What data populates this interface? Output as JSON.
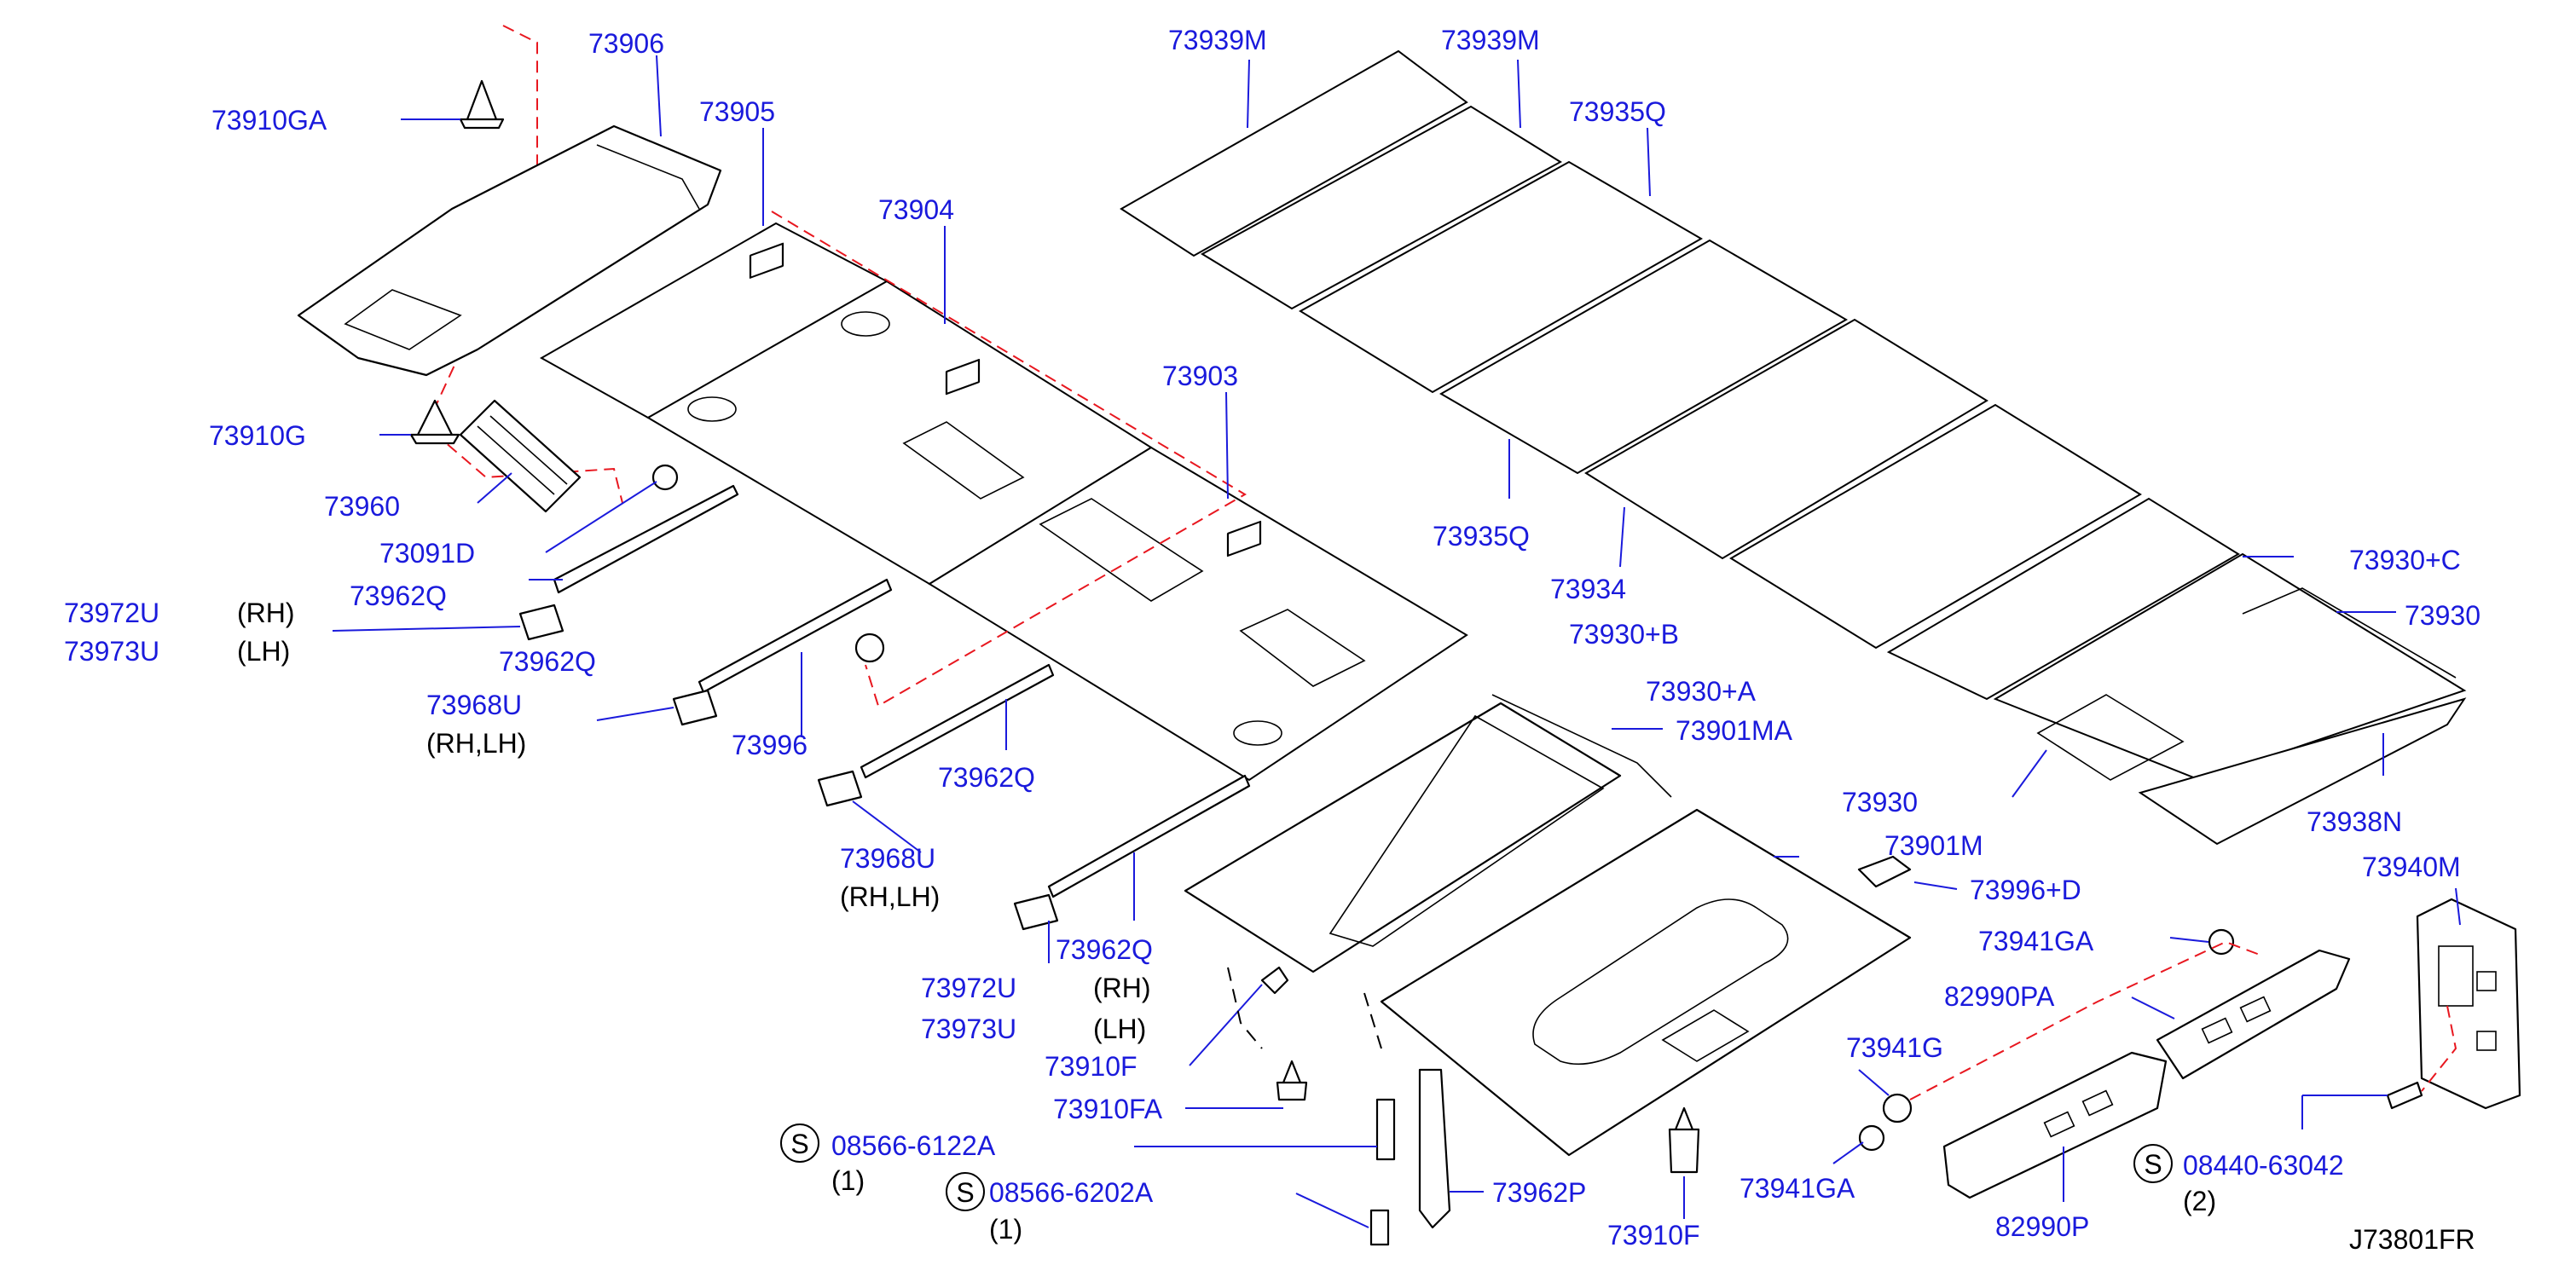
{
  "diagram_id": "J73801FR",
  "colors": {
    "label": "#1a1adc",
    "phantom_line": "#e8171f",
    "line": "#000000"
  },
  "labels": {
    "p73906": "73906",
    "p73910GA": "73910GA",
    "p73905": "73905",
    "p73904": "73904",
    "p73903": "73903",
    "p73910G": "73910G",
    "p73960": "73960",
    "p73091D": "73091D",
    "p73962Q_a": "73962Q",
    "p73972U_a": "73972U",
    "p73973U_a": "73973U",
    "rh_a": "(RH)",
    "lh_a": "(LH)",
    "p73962Q_b": "73962Q",
    "p73968U_a": "73968U",
    "rhlh_a": "(RH,LH)",
    "p73996": "73996",
    "p73962Q_c": "73962Q",
    "p73968U_b": "73968U",
    "rhlh_b": "(RH,LH)",
    "p73972U_b": "73972U",
    "rh_b": "(RH)",
    "p73973U_b": "73973U",
    "lh_b": "(LH)",
    "p73962Q_d": "73962Q",
    "p73910F_a": "73910F",
    "p73910FA": "73910FA",
    "p08566_6122A": "08566-6122A",
    "q08566_6122A": "(1)",
    "p08566_6202A": "08566-6202A",
    "q08566_6202A": "(1)",
    "p73962P": "73962P",
    "p73910F_b": "73910F",
    "p73939M_a": "73939M",
    "p73939M_b": "73939M",
    "p73935Q_a": "73935Q",
    "p73935Q_b": "73935Q",
    "p73934": "73934",
    "p73930B": "73930+B",
    "p73930A": "73930+A",
    "p73930C": "73930+C",
    "p73930_a": "73930",
    "p73930_b": "73930",
    "p73901MA": "73901MA",
    "p73901M": "73901M",
    "p73938N": "73938N",
    "p73996D": "73996+D",
    "p73940M": "73940M",
    "p73941GA_a": "73941GA",
    "p82990PA": "82990PA",
    "p73941G": "73941G",
    "p73941GA_b": "73941GA",
    "p82990P": "82990P",
    "p08440_63042": "08440-63042",
    "q08440_63042": "(2)",
    "s_symbol": "S"
  }
}
